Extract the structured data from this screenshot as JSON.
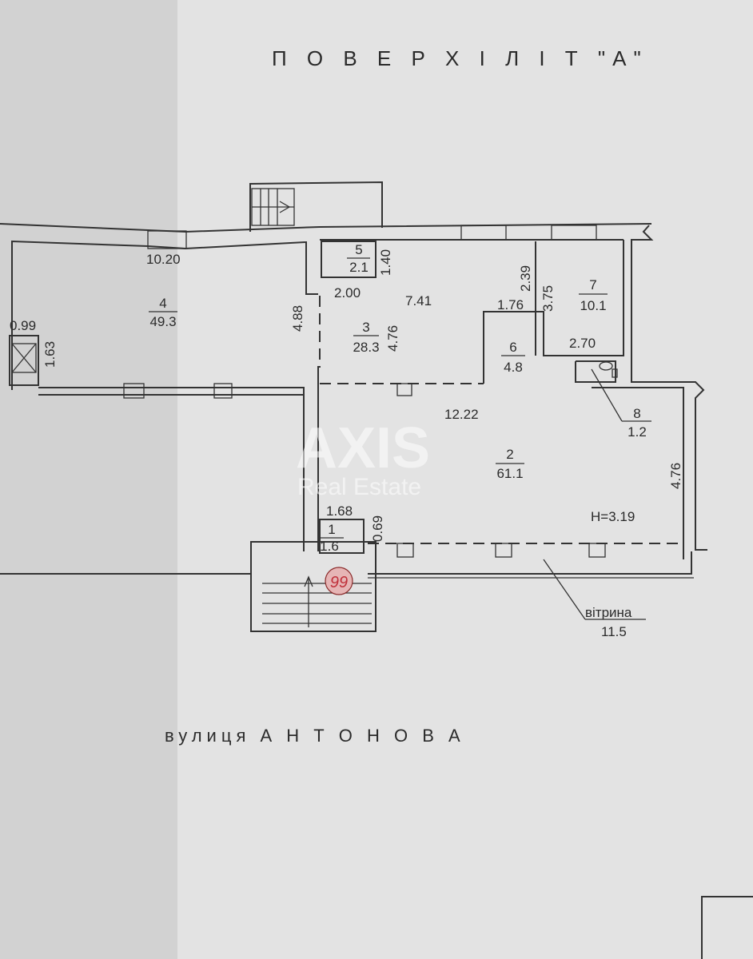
{
  "title": "П О В Е Р Х  І  Л І Т \"А\"",
  "street": "вулиця  А Н Т О Н О В А",
  "rooms": [
    {
      "number": "1",
      "area": "1.6"
    },
    {
      "number": "2",
      "area": "61.1"
    },
    {
      "number": "3",
      "area": "28.3"
    },
    {
      "number": "4",
      "area": "49.3"
    },
    {
      "number": "5",
      "area": "2.1"
    },
    {
      "number": "6",
      "area": "4.8"
    },
    {
      "number": "7",
      "area": "10.1"
    },
    {
      "number": "8",
      "area": "1.2"
    }
  ],
  "dimensions": {
    "room4_width": "10.20",
    "room4_height": "4.88",
    "shaft_width": "0.99",
    "shaft_height": "1.63",
    "room5_height": "1.40",
    "room5_width": "2.00",
    "room3_width": "7.41",
    "room3_height": "4.76",
    "room6_width": "1.76",
    "corridor_height": "2.39",
    "room7_height": "3.75",
    "room7_width": "2.70",
    "room2_width": "12.22",
    "room2_height": "4.76",
    "room1_width": "1.68",
    "room1_height": "0.69"
  },
  "ceiling_height": "H=3.19",
  "shopwindow": {
    "label": "вітрина",
    "length": "11.5"
  },
  "watermark": {
    "brand": "AXIS",
    "subtitle": "Real Estate"
  },
  "stamp_text": "99",
  "colors": {
    "paper": "#e2e2e2",
    "fold_shadow": "#cfcfcf",
    "lines": "#333333",
    "stamp": "#c0303a"
  }
}
